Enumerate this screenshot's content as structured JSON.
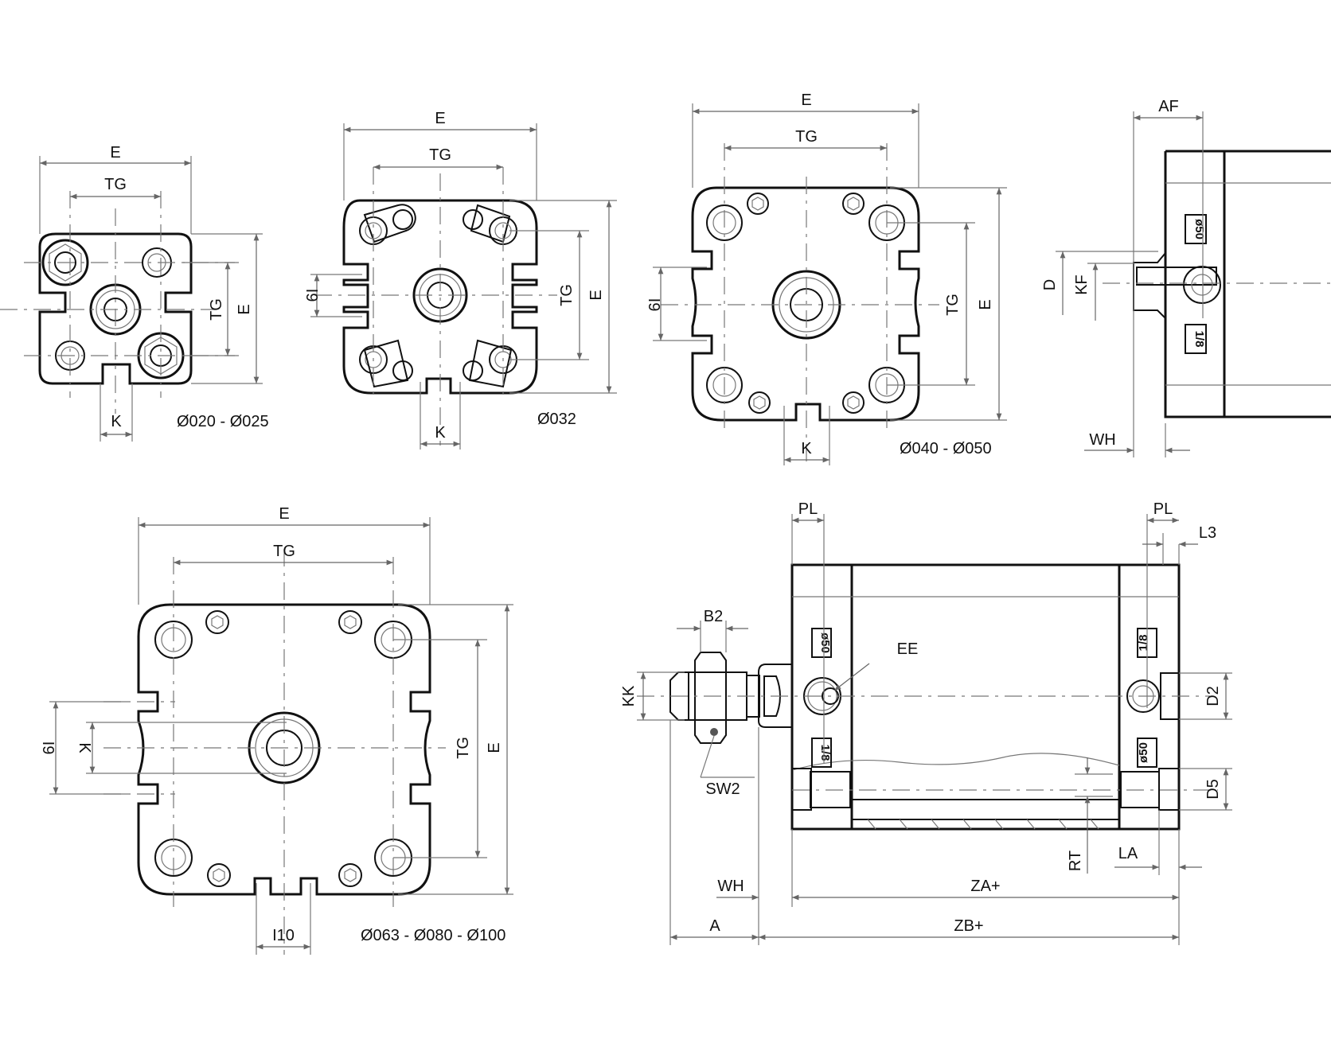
{
  "drawing": {
    "title": "Compact pneumatic cylinder dimension drawing",
    "views": {
      "front_20_25": {
        "caption": "Ø020 - Ø025",
        "labels": {
          "E_top": "E",
          "TG_top": "TG",
          "TG_side": "TG",
          "E_side": "E",
          "K": "K"
        }
      },
      "front_32": {
        "caption": "Ø032",
        "labels": {
          "E_top": "E",
          "TG_top": "TG",
          "TG_side": "TG",
          "E_side": "E",
          "I9": "I9",
          "K": "K"
        }
      },
      "front_40_50": {
        "caption": "Ø040 - Ø050",
        "labels": {
          "E_top": "E",
          "TG_top": "TG",
          "TG_side": "TG",
          "E_side": "E",
          "I9": "I9",
          "K": "K"
        }
      },
      "front_63_100": {
        "caption": "Ø063 - Ø080 - Ø100",
        "labels": {
          "E_top": "E",
          "TG_top": "TG",
          "TG_side": "TG",
          "E_side": "E",
          "I9": "I9",
          "K": "K",
          "I10": "I10"
        }
      },
      "side_detail": {
        "labels": {
          "AF": "AF",
          "D": "D",
          "KF": "KF",
          "WH": "WH"
        },
        "tags": {
          "bore": "ø50",
          "port": "1/8"
        }
      },
      "side_main": {
        "labels": {
          "PL_left": "PL",
          "PL_right": "PL",
          "L3": "L3",
          "B2": "B2",
          "EE": "EE",
          "KK": "KK",
          "SW2": "SW2",
          "D2": "D2",
          "D5": "D5",
          "RT": "RT",
          "LA": "LA",
          "WH": "WH",
          "ZA": "ZA+",
          "A": "A",
          "ZB": "ZB+"
        },
        "tags": {
          "bore": "ø50",
          "port": "1/8"
        }
      }
    }
  }
}
